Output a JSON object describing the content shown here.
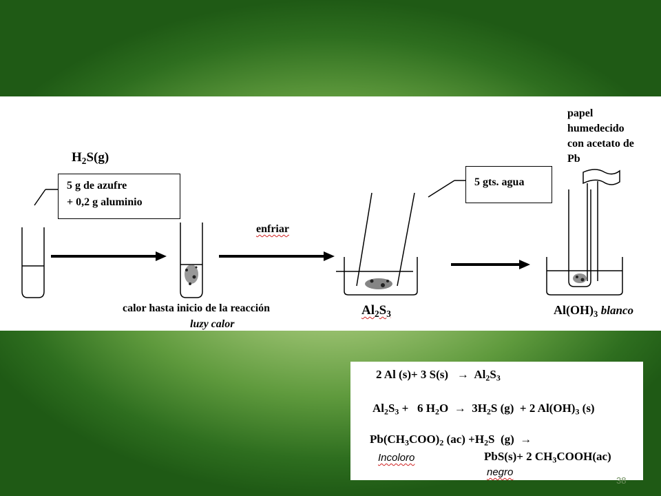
{
  "diagram": {
    "gas_label": "H2S(g)",
    "reagent_box": {
      "line1": "5 g de azufre",
      "line2": "+ 0,2 g aluminio"
    },
    "cool_label": "enfriar",
    "heat_caption": "calor hasta inicio de la reacción",
    "light_caption": "luzy calor",
    "product_label": "Al2S3",
    "water_box": "5 gts. agua",
    "paper_label": [
      "papel",
      "humedecido",
      "con acetato de",
      "Pb"
    ],
    "hydroxide_label": "Al(OH)3",
    "hydroxide_color": "blanco"
  },
  "equations": {
    "eq1": "2 Al (s)+ 3 S(s) → Al2S3",
    "eq2": "Al2S3 + 6 H2O → 3H2S (g) + 2 Al(OH)3 (s)",
    "eq3": "Pb(CH3COO)2 (ac) +H2S (g) →",
    "eq3_note": "Incoloro",
    "eq4": "PbS(s)+ 2 CH3COOH(ac)",
    "eq4_note": "negro"
  },
  "slide_number": "38"
}
